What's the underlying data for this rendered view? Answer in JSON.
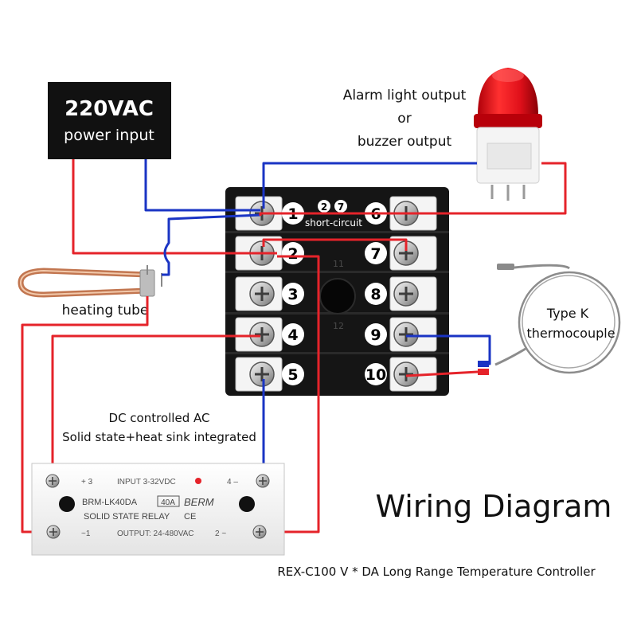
{
  "power": {
    "voltage": "220VAC",
    "label": "power input"
  },
  "alarm": {
    "line1": "Alarm light output",
    "line2": "or",
    "line3": "buzzer output"
  },
  "controller": {
    "terminals_left": [
      "1",
      "2",
      "3",
      "4",
      "5"
    ],
    "terminals_right": [
      "6",
      "7",
      "8",
      "9",
      "10"
    ],
    "short_marks": [
      "2",
      "7"
    ],
    "short_label": "short-circuit",
    "body_marks": [
      "11",
      "12"
    ]
  },
  "heater": {
    "label": "heating tube"
  },
  "thermocouple": {
    "line1": "Type K",
    "line2": "thermocouple"
  },
  "ssr_caption": {
    "line1": "DC controlled AC",
    "line2": "Solid state+heat sink integrated"
  },
  "ssr": {
    "input_plus": "+ 3",
    "input_text": "INPUT 3-32VDC",
    "input_minus": "4 –",
    "model": "BRM-LK40DA",
    "rating": "40A",
    "brand": "BERM",
    "type": "SOLID STATE RELAY",
    "cert": "CE",
    "output_left": "~1",
    "output_text": "OUTPUT: 24-480VAC",
    "output_right": "2 ~"
  },
  "title": "Wiring Diagram",
  "subtitle": "REX-C100 V * DA Long Range Temperature Controller",
  "colors": {
    "live": "#e5232a",
    "neutral": "#1a34c4",
    "panel": "#141414",
    "terminal_bg": "#f4f4f4"
  }
}
